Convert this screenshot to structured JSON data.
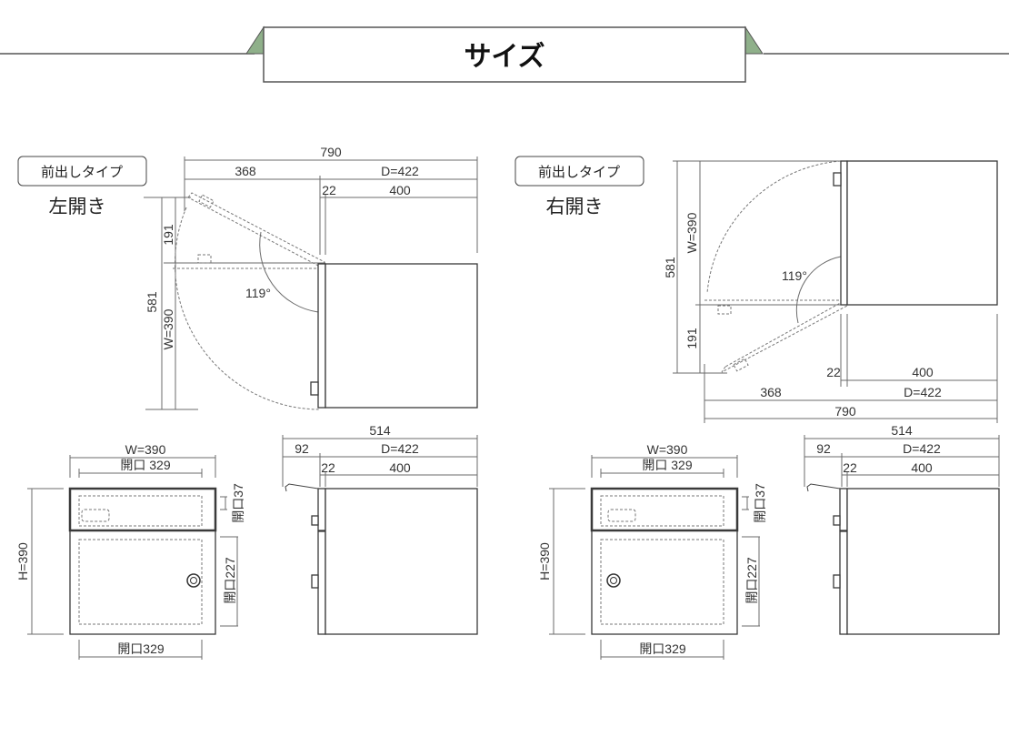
{
  "header": {
    "title": "サイズ",
    "accent_color": "#8fb08a"
  },
  "top_left": {
    "type_label": "前出しタイプ",
    "subtitle": "左開き",
    "dims": {
      "total_depth": "790",
      "door_swing": "368",
      "depth": "D=422",
      "door_thick": "22",
      "body_depth": "400",
      "total_width": "581",
      "offset": "191",
      "width": "W=390",
      "angle": "119°"
    }
  },
  "top_right": {
    "type_label": "前出しタイプ",
    "subtitle": "右開き",
    "dims": {
      "total_depth": "790",
      "door_swing": "368",
      "depth": "D=422",
      "door_thick": "22",
      "body_depth": "400",
      "total_width": "581",
      "offset": "191",
      "width": "W=390",
      "angle": "119°"
    }
  },
  "front_view": {
    "width": "W=390",
    "opening_top": "開口 329",
    "height": "H=390",
    "opening_37": "開口37",
    "opening_227": "開口227",
    "opening_bottom": "開口329"
  },
  "side_view": {
    "total": "514",
    "protrusion": "92",
    "depth": "D=422",
    "door_thick": "22",
    "body_depth": "400"
  }
}
